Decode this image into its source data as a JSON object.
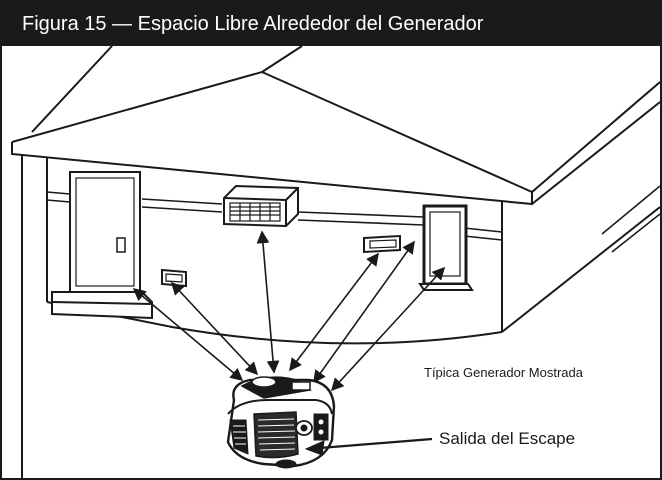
{
  "figure": {
    "title": "Figura 15 — Espacio Libre Alrededor del Generador"
  },
  "labels": {
    "typical_generator": "Típica Generador Mostrada",
    "exhaust_outlet": "Salida del Escape"
  },
  "colors": {
    "title_bar": "#1a1a1a",
    "title_text": "#ffffff",
    "line_art": "#1a1a1a",
    "background": "#ffffff"
  }
}
